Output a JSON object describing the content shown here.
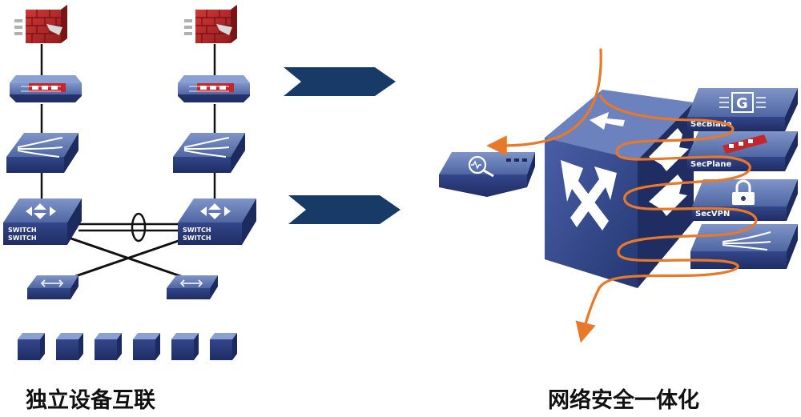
{
  "captions": {
    "left": "独立设备互联",
    "right": "网络安全一体化"
  },
  "device_labels": {
    "switch_line1": "SWITCH",
    "switch_line2": "SWITCH",
    "module_top": "SecBlade",
    "module_mid": "SecPlane",
    "module_vpn": "SecVPN"
  },
  "icons": {
    "firewall": "firewall-brick-icon",
    "ips": "ips-device-icon",
    "router": "router-arrows-icon",
    "core_switch": "core-switch-icon",
    "access_switch": "access-switch-icon",
    "server": "server-icon",
    "monitor": "magnifier-monitor-icon",
    "lock": "lock-icon",
    "gateway": "g-gateway-icon"
  },
  "colors": {
    "device_top": "#5f78b4",
    "device_side": "#2d3f78",
    "device_dark": "#1c2b5e",
    "firewall_red": "#c4272b",
    "arrow_navy": "#173a66",
    "flow_orange": "#e8782a",
    "line_black": "#111111"
  }
}
